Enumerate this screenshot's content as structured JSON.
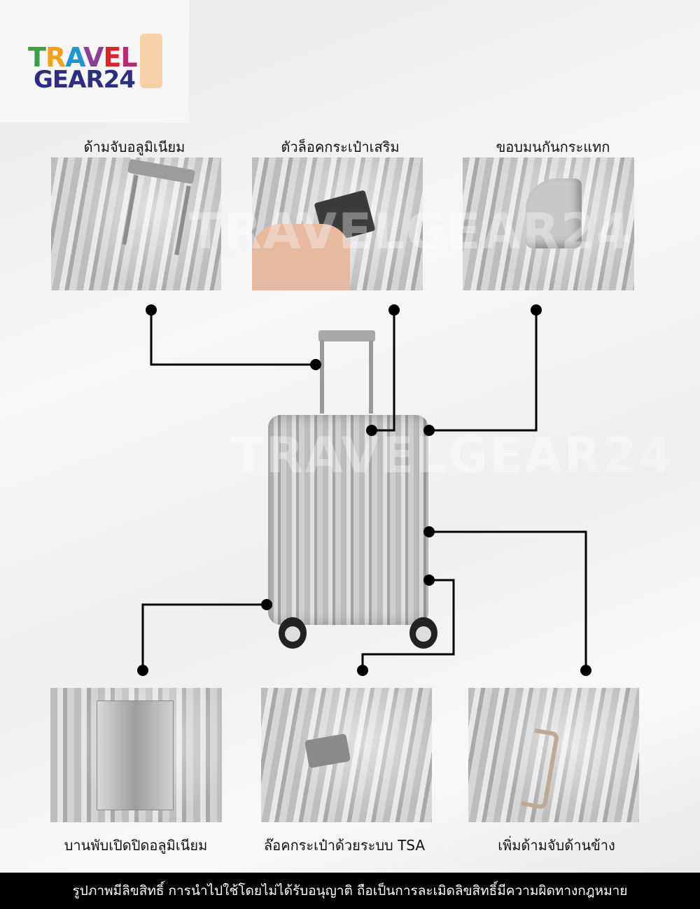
{
  "logo": {
    "line1": "TRAVEL",
    "line2": "GEAR24"
  },
  "watermark": "TRAVELGEAR24",
  "features_top": [
    {
      "label": "ด้ามจับอลูมิเนียม"
    },
    {
      "label": "ตัวล็อคกระเป๋าเสริม"
    },
    {
      "label": "ขอบมนกันกระแทก"
    }
  ],
  "features_bottom": [
    {
      "label": "บานพับเปิดปิดอลูมิเนียม"
    },
    {
      "label": "ล๊อคกระเป๋าด้วยระบบ TSA"
    },
    {
      "label": "เพิ่มด้ามจับด้านข้าง"
    }
  ],
  "footer": {
    "text": "รูปภาพมีลิขสิทธิ์ การนำไปใช้โดยไม่ได้รับอนุญาติ ถือเป็นการละเมิดลิขสิทธิ์มีความผิดทางกฎหมาย"
  },
  "colors": {
    "line": "#000000",
    "footer_bg": "#000000"
  }
}
